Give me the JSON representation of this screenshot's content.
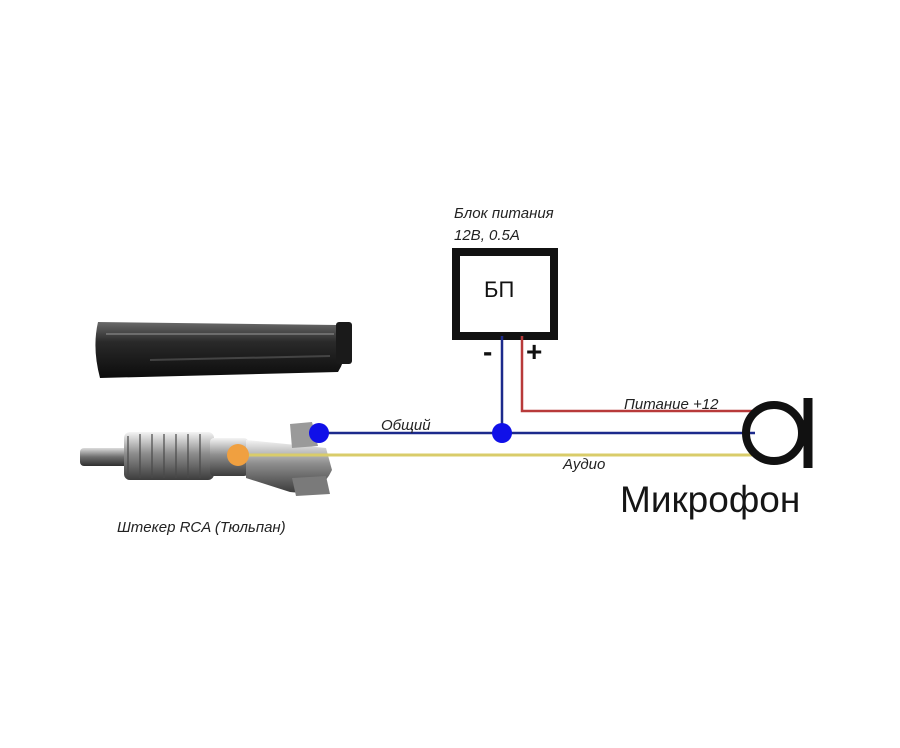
{
  "psu": {
    "title": "Блок питания",
    "spec": "12В, 0.5А",
    "label": "БП",
    "minus": "-",
    "plus": "+"
  },
  "wires": {
    "common": "Общий",
    "power": "Питание +12",
    "audio": "Аудио"
  },
  "microphone": {
    "label": "Микрофон"
  },
  "connector": {
    "label": "Штекер RCA (Тюльпан)"
  },
  "colors": {
    "ground_wire": "#1c2a8c",
    "power_wire": "#b83a3a",
    "audio_wire": "#d9cc6a",
    "node_blue": "#1010e8",
    "node_orange": "#f0a040",
    "psu_border": "#111111"
  }
}
